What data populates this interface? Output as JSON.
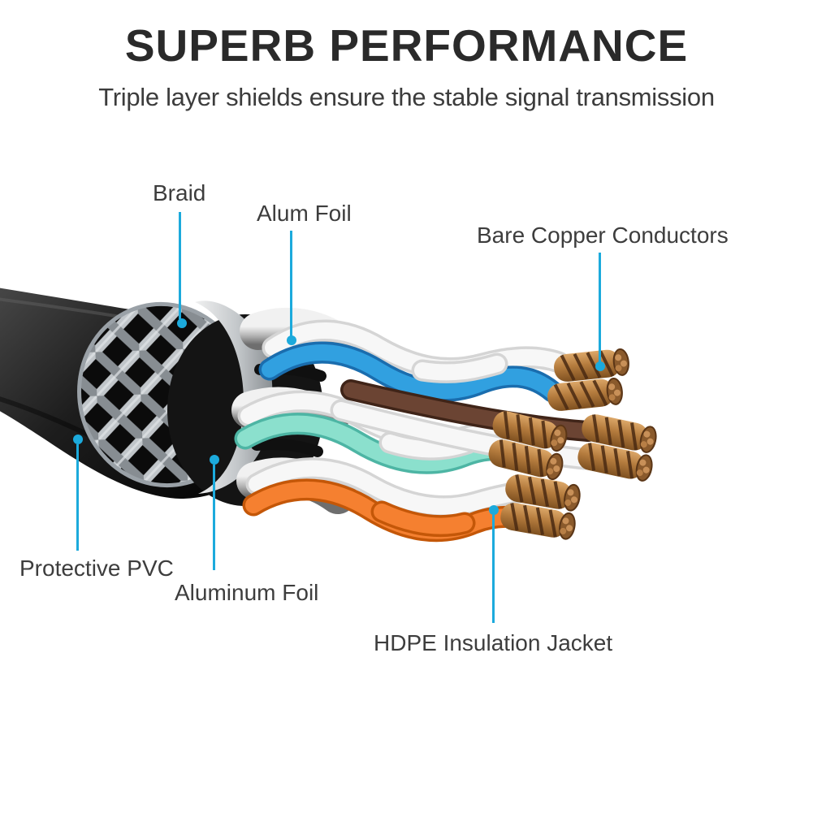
{
  "header": {
    "title": "SUPERB PERFORMANCE",
    "subtitle": "Triple layer shields ensure the stable signal transmission"
  },
  "callouts": [
    {
      "id": "braid",
      "label": "Braid"
    },
    {
      "id": "alum-foil",
      "label": "Alum Foil"
    },
    {
      "id": "bare-copper-conductors",
      "label": "Bare Copper Conductors"
    },
    {
      "id": "protective-pvc",
      "label": "Protective PVC"
    },
    {
      "id": "aluminum-foil",
      "label": "Aluminum Foil"
    },
    {
      "id": "hdpe-insulation-jacket",
      "label": "HDPE Insulation Jacket"
    }
  ],
  "colors": {
    "accent": "#1caadc",
    "title_text": "#2a2a2a",
    "subtitle_text": "#3c3c3c",
    "label_text": "#3d3d3d",
    "jacket_black": "#161616",
    "braid_silver": "#c0c5c9",
    "foil_silver": "#d9dcde",
    "wire_blue": "#31a0e0",
    "wire_teal": "#8be0cd",
    "wire_orange": "#f58030",
    "wire_brown": "#6b4433",
    "wire_white": "#f7f7f7",
    "copper": "#b57c3e"
  }
}
